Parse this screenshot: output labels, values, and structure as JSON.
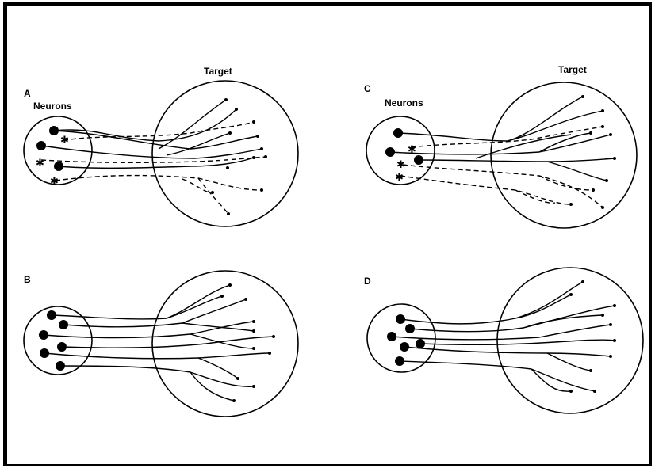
{
  "figure": {
    "panels": [
      {
        "id": "A",
        "label": "A",
        "neurons_label": "Neurons",
        "target_label": "Target",
        "inputs": [
          {
            "style": "solid"
          },
          {
            "style": "solid"
          },
          {
            "style": "dashed"
          },
          {
            "style": "dashed"
          },
          {
            "style": "dashed"
          }
        ]
      },
      {
        "id": "B",
        "label": "B",
        "neurons_label": "",
        "target_label": "",
        "inputs": [
          {
            "style": "solid"
          },
          {
            "style": "solid"
          },
          {
            "style": "solid"
          },
          {
            "style": "solid"
          },
          {
            "style": "solid"
          }
        ]
      },
      {
        "id": "C",
        "label": "C",
        "neurons_label": "Neurons",
        "target_label": "Target",
        "inputs": [
          {
            "style": "solid"
          },
          {
            "style": "solid"
          },
          {
            "style": "solid"
          },
          {
            "style": "dashed"
          },
          {
            "style": "dashed"
          },
          {
            "style": "dashed"
          }
        ]
      },
      {
        "id": "D",
        "label": "D",
        "neurons_label": "",
        "target_label": "",
        "inputs": [
          {
            "style": "solid"
          },
          {
            "style": "solid"
          },
          {
            "style": "solid"
          },
          {
            "style": "solid"
          },
          {
            "style": "solid"
          }
        ]
      }
    ]
  }
}
